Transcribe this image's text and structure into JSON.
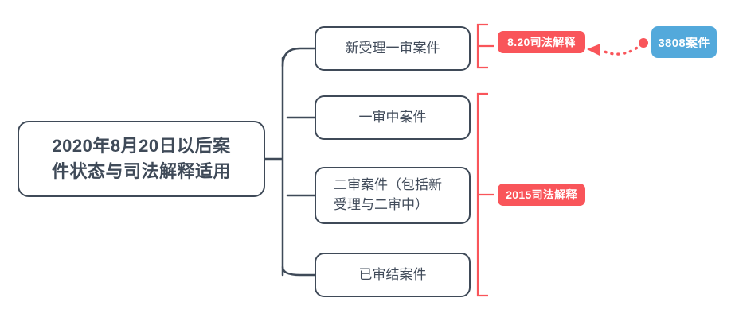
{
  "diagram": {
    "type": "mind-map",
    "title_node": {
      "id": "root",
      "label_line1": "2020年8月20日以后案",
      "label_line2": "件状态与司法解释适用"
    },
    "children": [
      {
        "id": "node-0",
        "label_line1": "新受理一审案件",
        "label_line2": ""
      },
      {
        "id": "node-1",
        "label_line1": "一审中案件",
        "label_line2": ""
      },
      {
        "id": "node-2",
        "label_line1": "二审案件（包括新",
        "label_line2": "受理与二审中）"
      },
      {
        "id": "node-3",
        "label_line1": "已审结案件",
        "label_line2": ""
      }
    ],
    "annotations": [
      {
        "id": "badge-820",
        "label": "8.20司法解释",
        "color": "#F9555A",
        "applies_to": [
          "node-0"
        ]
      },
      {
        "id": "badge-2015",
        "label": "2015司法解释",
        "color": "#F9555A",
        "applies_to": [
          "node-1",
          "node-2",
          "node-3"
        ]
      },
      {
        "id": "badge-3808",
        "label": "3808案件",
        "color": "#53A9DB",
        "points_to": "badge-820"
      }
    ],
    "colors": {
      "node_border": "#3F4A58",
      "node_text": "#424C5B",
      "connector": "#3F4A58",
      "bracket": "#F9555A",
      "accent_red": "#F9555A",
      "accent_blue": "#53A9DB",
      "background": "#FFFFFF"
    }
  }
}
